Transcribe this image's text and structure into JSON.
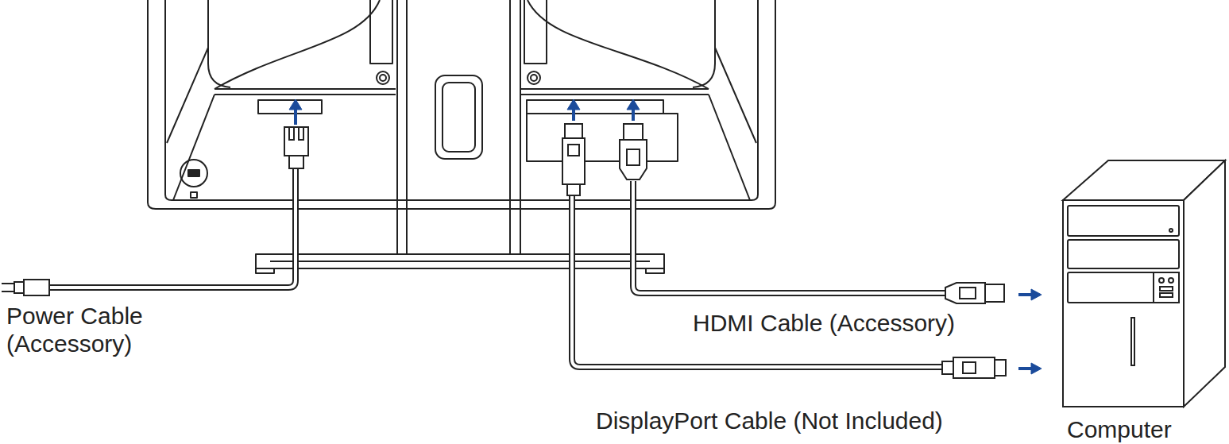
{
  "diagram": {
    "labels": [
      "Power Cable (Accessory)",
      "HDMI Cable (Accessory)",
      "DisplayPort Cable (Not Included)",
      "Computer"
    ]
  }
}
